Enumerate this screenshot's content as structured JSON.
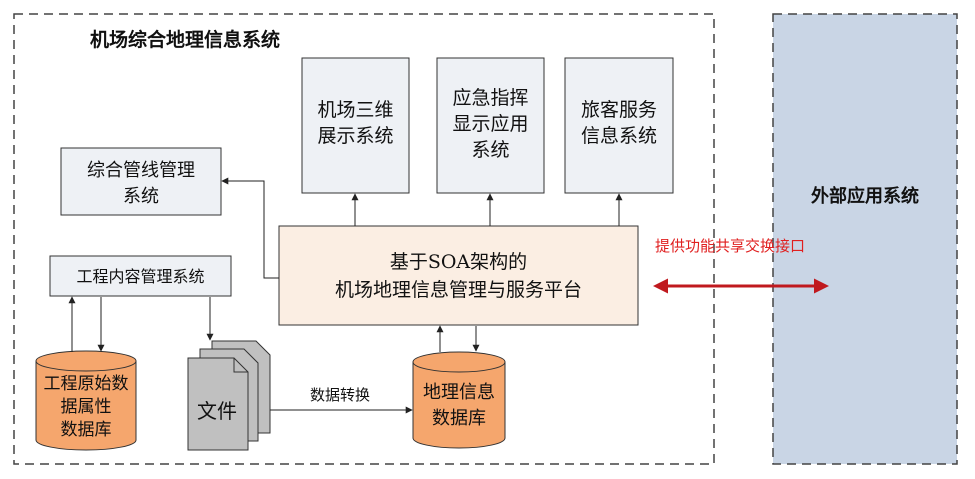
{
  "colors": {
    "node_fill": "#eef1f5",
    "platform_fill": "#fbeee3",
    "db_fill": "#f5a66d",
    "doc_fill": "#c0c0c0",
    "external_fill": "#c9d5e5",
    "exchange_arrow": "#c0191e",
    "exchange_text": "#e02020",
    "line": "#222222"
  },
  "system": {
    "title": "机场综合地理信息系统"
  },
  "nodes": {
    "3d": [
      "机场三维",
      "展示系统"
    ],
    "emergency": [
      "应急指挥",
      "显示应用",
      "系统"
    ],
    "passenger": [
      "旅客服务",
      "信息系统"
    ],
    "pipeline": [
      "综合管线管理",
      "系统"
    ],
    "engineering": "工程内容管理系统",
    "platform": [
      "基于SOA架构的",
      "机场地理信息管理与服务平台"
    ],
    "raw_db": [
      "工程原始数",
      "据属性",
      "数据库"
    ],
    "files": "文件",
    "geo_db": [
      "地理信息",
      "数据库"
    ]
  },
  "edges": {
    "convert_label": "数据转换",
    "exchange_label": "提供功能共享交换接口"
  },
  "external": {
    "label": "外部应用系统"
  }
}
